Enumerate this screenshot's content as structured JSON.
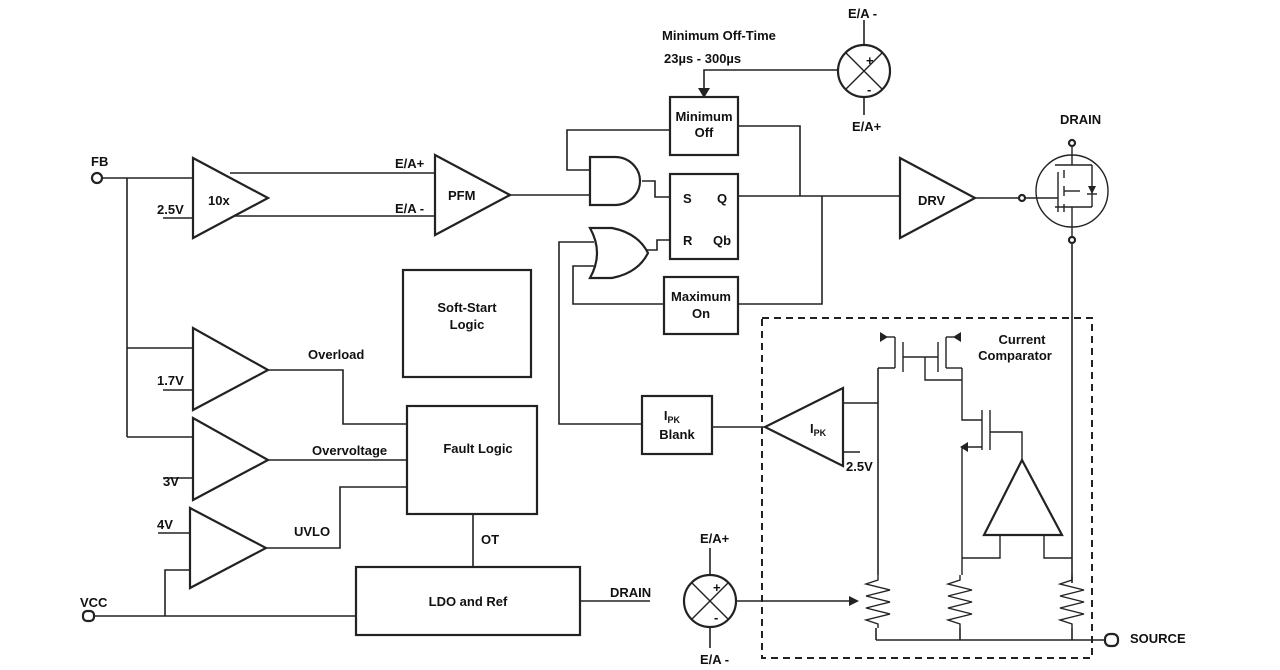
{
  "labels": {
    "fb": "FB",
    "vcc": "VCC",
    "source": "SOURCE",
    "drain_top": "DRAIN",
    "drain_ldo": "DRAIN",
    "v25_amp": "2.5V",
    "v17": "1.7V",
    "v3": "3V",
    "v4": "4V",
    "v25_ipk": "2.5V",
    "overload": "Overload",
    "overvoltage": "Overvoltage",
    "uvlo": "UVLO",
    "ot": "OT",
    "ea_plus_pfm": "E/A+",
    "ea_minus_pfm": "E/A -",
    "ea_minus_top": "E/A -",
    "ea_plus_top": "E/A+",
    "ea_plus_bottom": "E/A+",
    "ea_minus_bottom": "E/A -",
    "min_off_time_title": "Minimum Off-Time",
    "min_off_time_range": "23µs - 300µs",
    "plus": "+",
    "minus": "-"
  },
  "blocks": {
    "amp10x": "10x",
    "pfm": "PFM",
    "drv": "DRV",
    "ipk_main": "I",
    "ipk_sub": "PK",
    "min_off_l1": "Minimum",
    "min_off_l2": "Off",
    "max_on_l1": "Maximum",
    "max_on_l2": "On",
    "soft_start_l1": "Soft-Start",
    "soft_start_l2": "Logic",
    "fault_logic": "Fault Logic",
    "ldo_ref": "LDO and Ref",
    "ipk_blank_main": "I",
    "ipk_blank_sub": "PK",
    "ipk_blank_l2": "Blank",
    "current_comp_l1": "Current",
    "current_comp_l2": "Comparator"
  },
  "latch": {
    "s": "S",
    "q": "Q",
    "r": "R",
    "qb": "Qb"
  }
}
